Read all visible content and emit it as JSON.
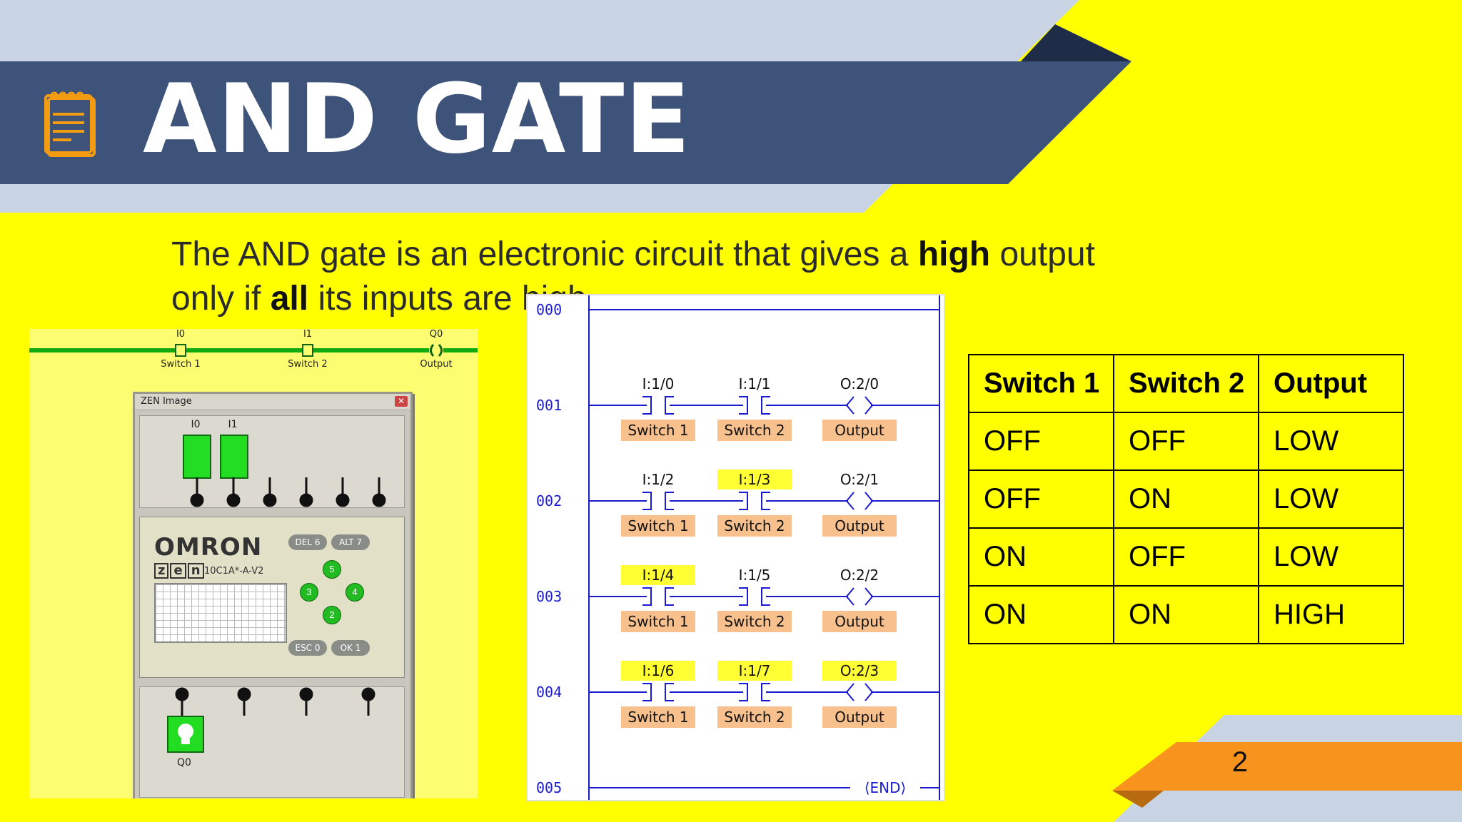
{
  "slide": {
    "title": "AND GATE",
    "intro": {
      "part1": "The AND gate is an electronic circuit that gives a ",
      "bold1": "high",
      "part2": " output only if ",
      "bold2": "all",
      "part3": " its inputs are high."
    },
    "page_number": "2"
  },
  "colors": {
    "background": "#ffff00",
    "banner": "#3d5379",
    "banner_light": "#c8d4e4",
    "accent_orange": "#f8931d",
    "icon_orange": "#f39c12"
  },
  "zen_sim": {
    "rail_labels": [
      {
        "addr": "I0",
        "name": "Switch 1"
      },
      {
        "addr": "I1",
        "name": "Switch 2"
      },
      {
        "addr": "Q0",
        "name": "Output"
      }
    ],
    "window_title": "ZEN Image",
    "input_labels": [
      "I0",
      "I1"
    ],
    "brand": "OMRON",
    "logo_letters": [
      "z",
      "e",
      "n"
    ],
    "model": "10C1A*-A-V2",
    "buttons": {
      "del": "DEL 6",
      "alt": "ALT 7",
      "esc": "ESC 0",
      "ok": "OK 1"
    },
    "arrows": {
      "up": "5",
      "left": "3",
      "right": "4",
      "down": "2"
    },
    "output_label": "Q0"
  },
  "ladder": {
    "rungs": [
      {
        "num": "000"
      },
      {
        "num": "001",
        "contacts": [
          {
            "addr": "I:1/0",
            "tag": "Switch 1",
            "hl": false
          },
          {
            "addr": "I:1/1",
            "tag": "Switch 2",
            "hl": false
          }
        ],
        "coil": {
          "addr": "O:2/0",
          "tag": "Output",
          "hl": false
        }
      },
      {
        "num": "002",
        "contacts": [
          {
            "addr": "I:1/2",
            "tag": "Switch 1",
            "hl": false
          },
          {
            "addr": "I:1/3",
            "tag": "Switch 2",
            "hl": true
          }
        ],
        "coil": {
          "addr": "O:2/1",
          "tag": "Output",
          "hl": false
        }
      },
      {
        "num": "003",
        "contacts": [
          {
            "addr": "I:1/4",
            "tag": "Switch 1",
            "hl": true
          },
          {
            "addr": "I:1/5",
            "tag": "Switch 2",
            "hl": false
          }
        ],
        "coil": {
          "addr": "O:2/2",
          "tag": "Output",
          "hl": false
        }
      },
      {
        "num": "004",
        "contacts": [
          {
            "addr": "I:1/6",
            "tag": "Switch 1",
            "hl": true
          },
          {
            "addr": "I:1/7",
            "tag": "Switch 2",
            "hl": true
          }
        ],
        "coil": {
          "addr": "O:2/3",
          "tag": "Output",
          "hl": true
        }
      },
      {
        "num": "005"
      }
    ],
    "end_label": "END"
  },
  "truth_table": {
    "headers": [
      "Switch 1",
      "Switch 2",
      "Output"
    ],
    "rows": [
      [
        "OFF",
        "OFF",
        "LOW"
      ],
      [
        "OFF",
        "ON",
        "LOW"
      ],
      [
        "ON",
        "OFF",
        "LOW"
      ],
      [
        "ON",
        "ON",
        "HIGH"
      ]
    ]
  }
}
